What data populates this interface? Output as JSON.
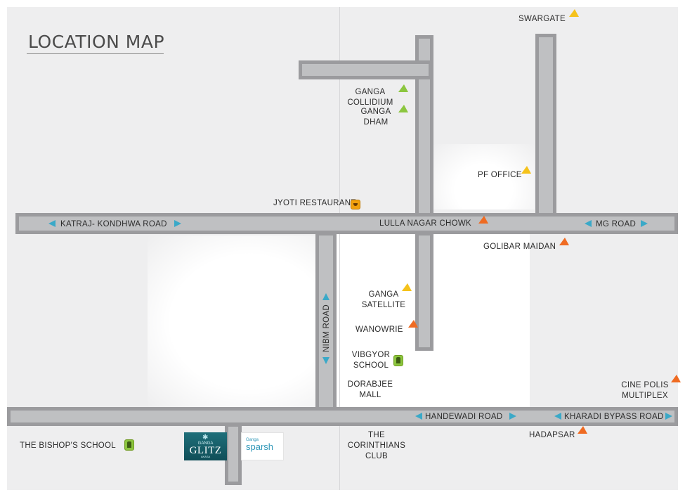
{
  "title": "LOCATION MAP",
  "roads": {
    "katraj_kondhwa": "KATRAJ- KONDHWA ROAD",
    "mg_road": "MG ROAD",
    "nibm_road": "NIBM ROAD",
    "handewadi_road": "HANDEWADI ROAD",
    "kharadi_bypass_road": "KHARADI BYPASS ROAD"
  },
  "places": {
    "swargate": "SWARGATE",
    "ganga_collidium_1": "GANGA",
    "ganga_collidium_2": "COLLIDIUM",
    "ganga_dham_1": "GANGA",
    "ganga_dham_2": "DHAM",
    "pf_office": "PF OFFICE",
    "jyoti_restaurant": "JYOTI RESTAURANT",
    "lulla_nagar_chowk": "LULLA NAGAR CHOWK",
    "golibar_maidan": "GOLIBAR  MAIDAN",
    "ganga_satellite_1": "GANGA",
    "ganga_satellite_2": "SATELLITE",
    "wanowrie": "WANOWRIE",
    "vibgyor_school_1": "VIBGYOR",
    "vibgyor_school_2": "SCHOOL",
    "dorabjee_mall_1": "DORABJEE",
    "dorabjee_mall_2": "MALL",
    "cine_polis_1": "CINE POLIS",
    "cine_polis_2": "MULTIPLEX",
    "bishops_school": "THE BISHOP'S  SCHOOL",
    "corinthians_1": "THE",
    "corinthians_2": "CORINTHIANS",
    "corinthians_3": "CLUB",
    "hadapsar": "HADAPSAR"
  },
  "logos": {
    "glitz_small": "GANGA",
    "glitz_big": "GLITZ",
    "glitz_sub": "AKASA",
    "sparsh_small": "Ganga",
    "sparsh_big": "sparsh"
  },
  "colors": {
    "marker_yellow": "#f5c21b",
    "marker_green": "#8cc63f",
    "marker_orange": "#ef6b22",
    "road_arrow": "#3aa9c8",
    "road": "#bfc0c2",
    "road_edge": "#9b9b9e"
  }
}
